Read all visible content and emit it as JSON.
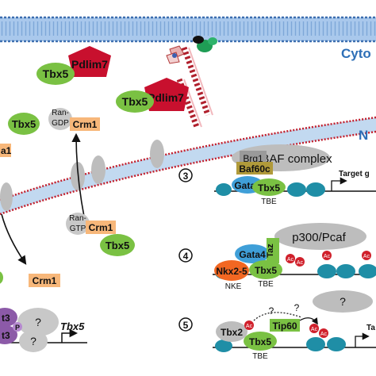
{
  "membrane_labels": {
    "cytoplasm": "Cyto",
    "nucleus": "N"
  },
  "cytoplasm": {
    "tbx5": "Tbx5",
    "pdlim7": "Pdlim7",
    "rangdp_line1": "Ran-",
    "rangdp_line2": "GDP",
    "crm1": "Crm1",
    "left_partial_label": "a1"
  },
  "nucleus_left": {
    "rangtp_line1": "Ran-",
    "rangtp_line2": "GTP",
    "crm1": "Crm1",
    "tbx5": "Tbx5",
    "crm1_lower": "Crm1",
    "promoter_gene": "Tbx5",
    "q_marks": [
      "?",
      "?"
    ],
    "partial_t3_a": "t3",
    "partial_t3_b": "t3",
    "p_label": "P"
  },
  "panel3": {
    "number": "3",
    "complex_label": "BAF complex",
    "brg1": "Brg1",
    "baf60c": "Baf60c",
    "gata4": "Gata4",
    "tbx5": "Tbx5",
    "tbe": "TBE",
    "target": "Target g"
  },
  "panel4": {
    "number": "4",
    "complex_label": "p300/Pcaf",
    "gata4": "Gata4",
    "taz": "Taz",
    "nkx25": "Nkx2-5",
    "tbx5": "Tbx5",
    "nke": "NKE",
    "tbe": "TBE",
    "ac": "Ac"
  },
  "panel5": {
    "number": "5",
    "tbx2": "Tbx2",
    "tip60": "Tip60",
    "tbx5": "Tbx5",
    "tbe": "TBE",
    "ac": "Ac",
    "q": "?",
    "target_partial": "Ta"
  },
  "colors": {
    "tbx5": "#7ac143",
    "pdlim7": "#c8102e",
    "crm1": "#f7b77a",
    "gata4": "#3f9fd8",
    "nkx": "#f26722",
    "ac": "#d0202b",
    "baf60c": "#b09a3a",
    "membrane": "#5b8fc7",
    "nucleosome": "#1f8ea6"
  }
}
